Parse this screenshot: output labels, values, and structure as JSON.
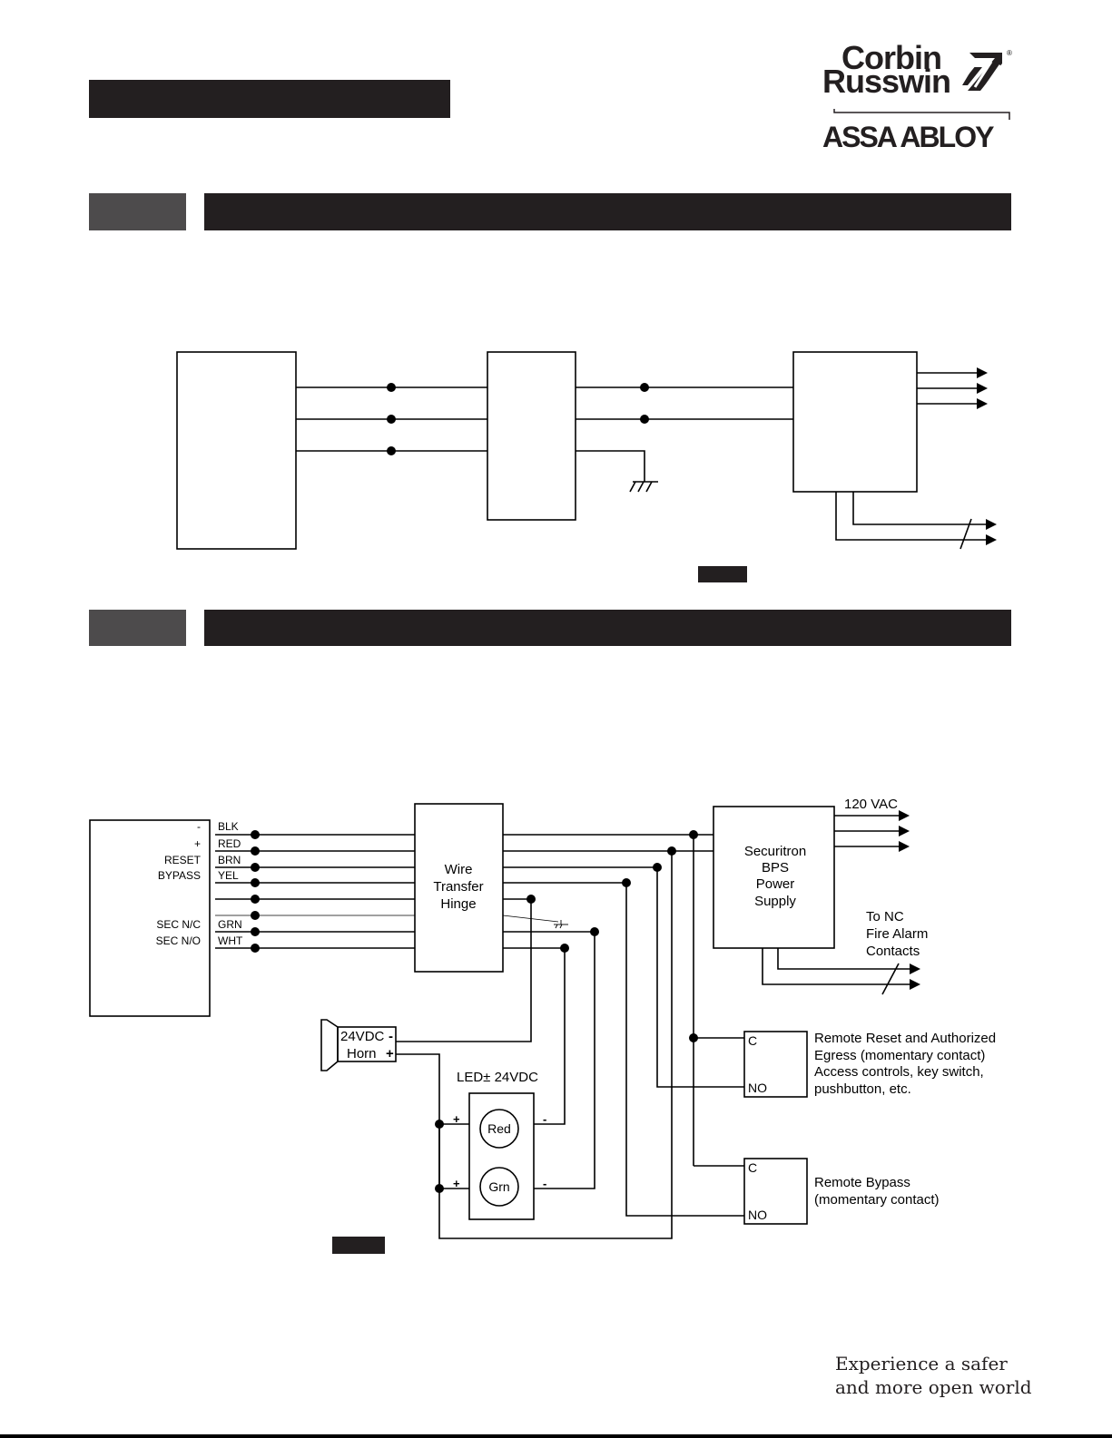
{
  "logo": {
    "line1": "Corbin",
    "line2": "Russwin",
    "registered": "®",
    "company": "ASSA ABLOY"
  },
  "tagline": {
    "line1": "Experience a safer",
    "line2": "and more open world"
  },
  "diagram2": {
    "device_labels": [
      {
        "name": "-",
        "wire": "BLK"
      },
      {
        "name": "+",
        "wire": "RED"
      },
      {
        "name": "RESET",
        "wire": "BRN"
      },
      {
        "name": "BYPASS",
        "wire": "YEL"
      },
      {
        "name": "",
        "wire": ""
      },
      {
        "name": "",
        "wire": ""
      },
      {
        "name": "SEC N/C",
        "wire": "GRN"
      },
      {
        "name": "SEC N/O",
        "wire": "WHT"
      }
    ],
    "hinge": {
      "line1": "Wire",
      "line2": "Transfer",
      "line3": "Hinge"
    },
    "power_supply": {
      "line1": "Securitron",
      "line2": "BPS",
      "line3": "Power",
      "line4": "Supply"
    },
    "vac_label": "120 VAC",
    "fire_alarm": {
      "line1": "To NC",
      "line2": "Fire Alarm",
      "line3": "Contacts"
    },
    "horn": {
      "line1": "24VDC",
      "line2": "Horn",
      "minus": "-",
      "plus": "+"
    },
    "led": {
      "title": "LED± 24VDC",
      "red": "Red",
      "green": "Grn",
      "plus": "+",
      "minus": "-"
    },
    "switch_c": "C",
    "switch_no": "NO",
    "reset_switch": {
      "line1": "Remote Reset and Authorized",
      "line2": "Egress (momentary contact)",
      "line3": "Access controls, key switch,",
      "line4": "pushbutton, etc."
    },
    "bypass_switch": {
      "line1": "Remote Bypass",
      "line2": "(momentary contact)"
    }
  }
}
